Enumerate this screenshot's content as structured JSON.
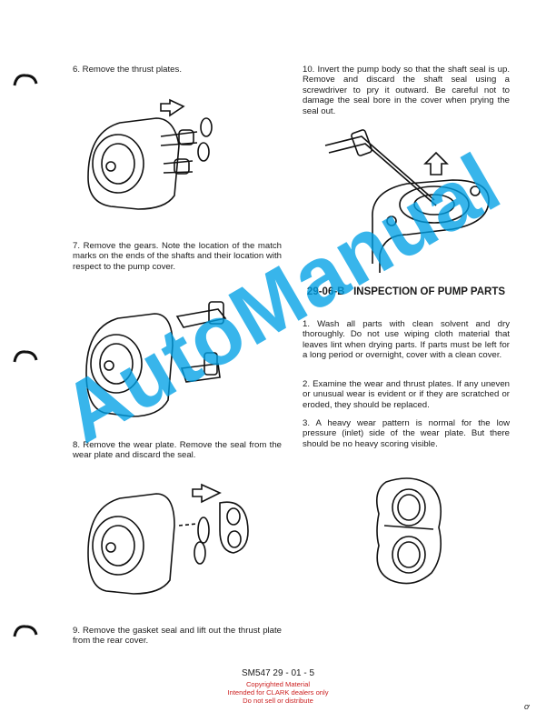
{
  "steps": {
    "s6": "6. Remove the thrust plates.",
    "s7": "7. Remove the gears. Note the location of the match marks on the ends of the shafts and their location with respect to the pump cover.",
    "s8": "8. Remove the wear plate. Remove the seal from the wear plate and discard the seal.",
    "s9": "9. Remove the gasket seal and lift out the thrust plate from the rear cover.",
    "s10": "10. Invert the pump body so that the shaft seal is up. Remove and discard the shaft seal using a screwdriver to pry it outward. Be careful not to damage the seal bore in the cover when prying the seal out."
  },
  "section": {
    "number": "29-06-B",
    "title": "INSPECTION OF PUMP PARTS",
    "items": [
      "1. Wash all parts with clean solvent and dry thoroughly. Do not use wiping cloth material that leaves lint when drying parts. If parts must be left for a long period or overnight, cover with a clean cover.",
      "2. Examine the wear and thrust plates. If any uneven or unusual wear is evident or if they are scratched or eroded, they should be replaced.",
      "3. A heavy wear pattern is normal for the low pressure (inlet) side of the wear plate. But there should be no heavy scoring visible."
    ]
  },
  "footer": {
    "page_code": "SM547 29 - 01 - 5",
    "copyright_lines": [
      "Copyrighted Material",
      "Intended for CLARK dealers only",
      "Do not sell or distribute"
    ]
  },
  "watermark": "AutoManual",
  "corner_mark": "ơ",
  "colors": {
    "watermark": "#00a0e6",
    "copyright": "#cc2222"
  }
}
